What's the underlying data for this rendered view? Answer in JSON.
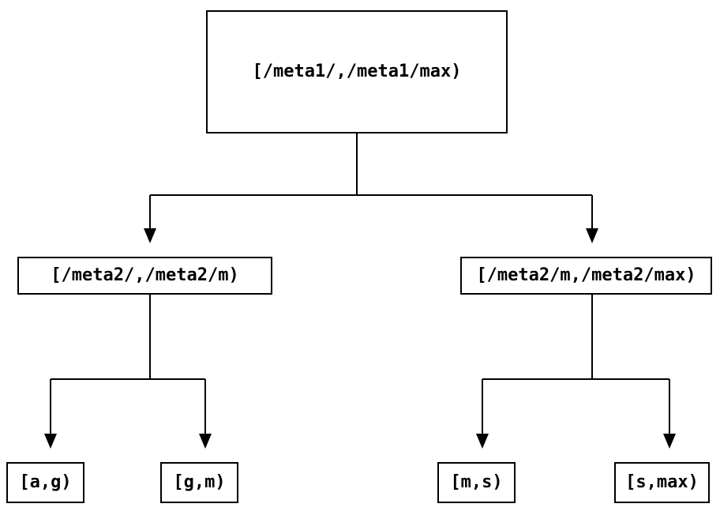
{
  "diagram": {
    "type": "tree",
    "colors": {
      "background": "#ffffff",
      "line": "#000000",
      "box_border": "#000000",
      "text": "#000000"
    },
    "nodes": [
      {
        "id": "root",
        "label": "[/meta1/,/meta1/max)"
      },
      {
        "id": "meta2-left",
        "label": "[/meta2/,/meta2/m)"
      },
      {
        "id": "meta2-right",
        "label": "[/meta2/m,/meta2/max)"
      },
      {
        "id": "leaf-ag",
        "label": "[a,g)"
      },
      {
        "id": "leaf-gm",
        "label": "[g,m)"
      },
      {
        "id": "leaf-ms",
        "label": "[m,s)"
      },
      {
        "id": "leaf-smax",
        "label": "[s,max)"
      }
    ],
    "edges": [
      {
        "from": "root",
        "to": "meta2-left"
      },
      {
        "from": "root",
        "to": "meta2-right"
      },
      {
        "from": "meta2-left",
        "to": "leaf-ag"
      },
      {
        "from": "meta2-left",
        "to": "leaf-gm"
      },
      {
        "from": "meta2-right",
        "to": "leaf-ms"
      },
      {
        "from": "meta2-right",
        "to": "leaf-smax"
      }
    ]
  }
}
